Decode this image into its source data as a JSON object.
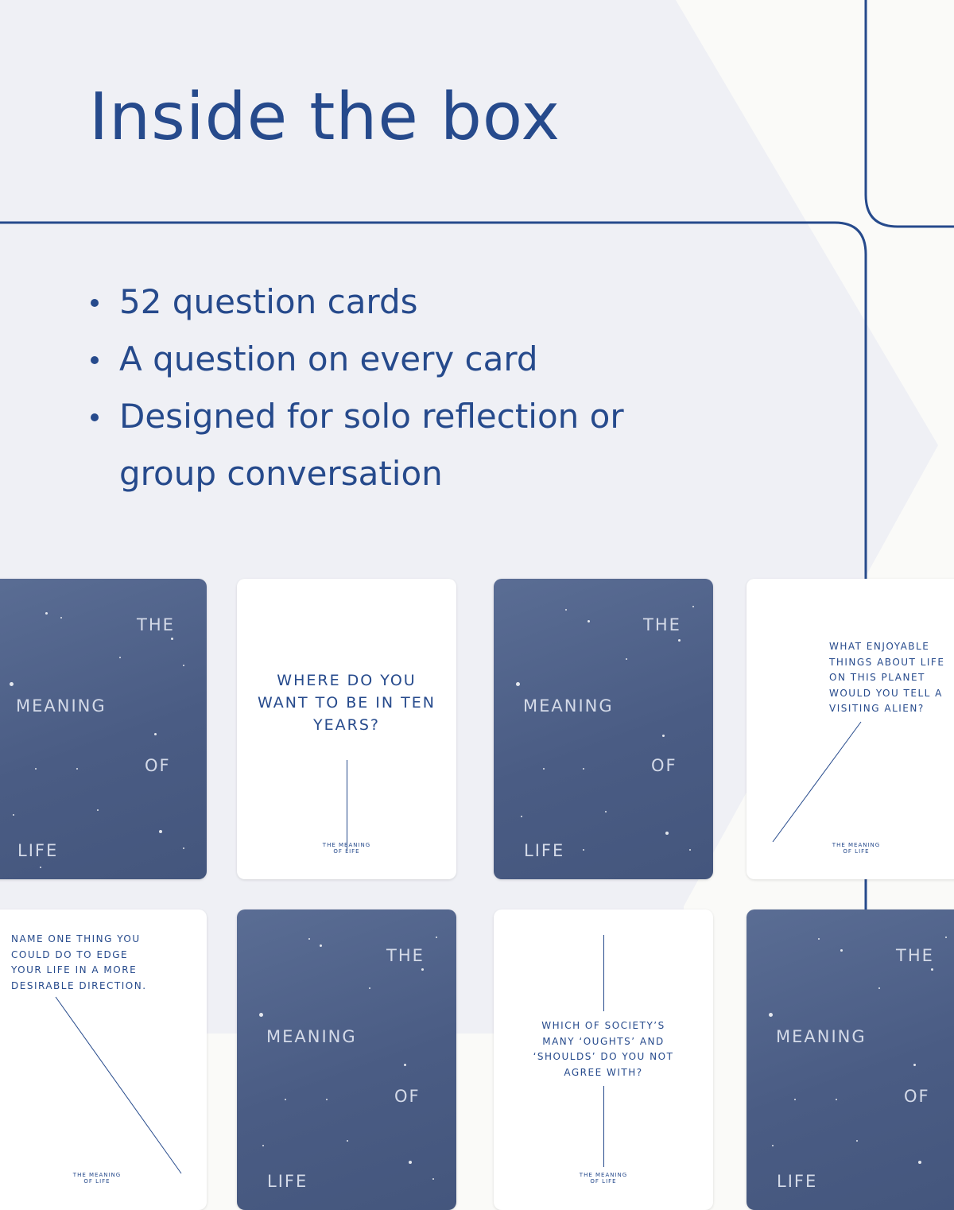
{
  "page": {
    "title": "Inside the box",
    "bullets": [
      "52 question cards",
      "A question on every card",
      "Designed for solo reflection or group conversation"
    ]
  },
  "card_back": {
    "the": "THE",
    "meaning": "MEANING",
    "of": "OF",
    "life": "LIFE"
  },
  "question_cards": {
    "q1": "WHERE DO YOU WANT TO BE IN TEN YEARS?",
    "q2": "WHAT ENJOYABLE THINGS ABOUT LIFE ON THIS PLANET WOULD YOU TELL A VISITING ALIEN?",
    "q3": "NAME ONE THING YOU COULD DO TO EDGE YOUR LIFE IN A MORE DESIRABLE DIRECTION.",
    "q4": "WHICH OF SOCIETY’S MANY ‘OUGHTS’ AND ‘SHOULDS’ DO YOU NOT AGREE WITH?",
    "footer_line1": "THE MEANING",
    "footer_line2": "OF LIFE"
  },
  "colors": {
    "brand_blue": "#264a8c",
    "card_dark": "#4e6088",
    "panel_bg": "#eff0f5",
    "page_bg": "#fafaf8"
  }
}
